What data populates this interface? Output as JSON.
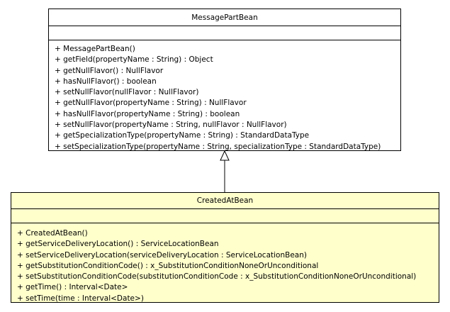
{
  "parent_class": {
    "name": "MessagePartBean",
    "attributes": [],
    "operations": [
      "+ MessagePartBean()",
      "+ getField(propertyName : String) : Object",
      "+ getNullFlavor() : NullFlavor",
      "+ hasNullFlavor() : boolean",
      "+ setNullFlavor(nullFlavor : NullFlavor)",
      "+ getNullFlavor(propertyName : String) : NullFlavor",
      "+ hasNullFlavor(propertyName : String) : boolean",
      "+ setNullFlavor(propertyName : String, nullFlavor : NullFlavor)",
      "+ getSpecializationType(propertyName : String) : StandardDataType",
      "+ setSpecializationType(propertyName : String, specializationType : StandardDataType)"
    ]
  },
  "child_class": {
    "name": "CreatedAtBean",
    "attributes": [],
    "operations": [
      "+ CreatedAtBean()",
      "+ getServiceDeliveryLocation() : ServiceLocationBean",
      "+ setServiceDeliveryLocation(serviceDeliveryLocation : ServiceLocationBean)",
      "+ getSubstitutionConditionCode() : x_SubstitutionConditionNoneOrUnconditional",
      "+ setSubstitutionConditionCode(substitutionConditionCode : x_SubstitutionConditionNoneOrUnconditional)",
      "+ getTime() : Interval<Date>",
      "+ setTime(time : Interval<Date>)"
    ]
  },
  "colors": {
    "parent_fill": "#ffffff",
    "child_fill": "#ffffcc",
    "stroke": "#000000"
  },
  "relationship": {
    "type": "generalization",
    "from": "CreatedAtBean",
    "to": "MessagePartBean"
  }
}
